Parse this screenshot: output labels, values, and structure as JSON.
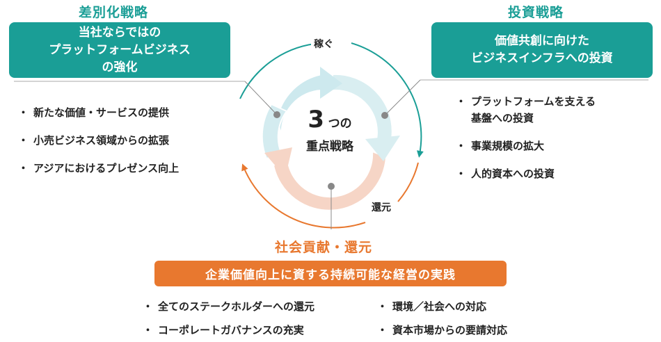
{
  "colors": {
    "teal": "#1a9e96",
    "orange": "#e8782f",
    "teal_light": "#cde9ee",
    "orange_light": "#f6d5c6"
  },
  "differentiation": {
    "title": "差別化戦略",
    "box_lines": [
      "当社ならではの",
      "プラットフォームビジネス",
      "の強化"
    ],
    "items": [
      "新たな価値・サービスの提供",
      "小売ビジネス領域からの拡張",
      "アジアにおけるプレゼンス向上"
    ]
  },
  "investment": {
    "title": "投資戦略",
    "box_lines": [
      "価値共創に向けた",
      "ビジネスインフラへの投資"
    ],
    "items": [
      {
        "line1": "プラットフォームを支える",
        "line2": "基盤への投資"
      },
      {
        "line1": "事業規模の拡大",
        "line2": ""
      },
      {
        "line1": "人的資本への投資",
        "line2": ""
      }
    ]
  },
  "contribution": {
    "title": "社会貢献・還元",
    "box_text": "企業価値向上に資する持続可能な経営の実践",
    "items_left": [
      "全てのステークホルダーへの還元",
      "コーポレートガバナンスの充実"
    ],
    "items_right": [
      "環境／社会への対応",
      "資本市場からの要請対応"
    ]
  },
  "cycle": {
    "top_label": "稼ぐ",
    "bottom_label": "還元",
    "center_number": "3",
    "center_suffix": "つの",
    "center_label": "重点戦略"
  }
}
